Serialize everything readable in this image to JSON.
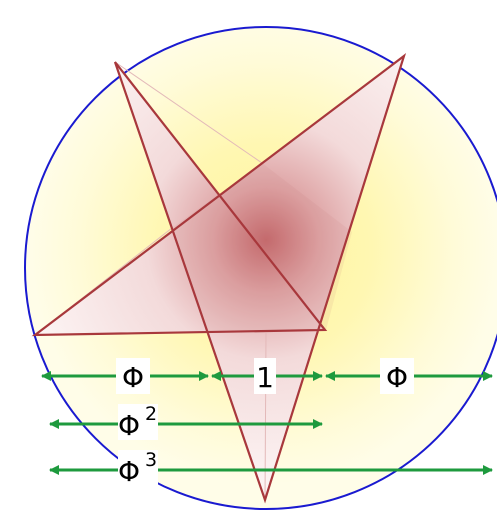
{
  "labels": {
    "phi_left": "Φ",
    "one": "1",
    "phi_right": "Φ",
    "phi_squared_base": "Φ",
    "phi_squared_exp": "2",
    "phi_cubed_base": "Φ",
    "phi_cubed_exp": "3"
  },
  "colors": {
    "circle_stroke": "#1a1ad0",
    "star_stroke": "#a8383c",
    "arrow": "#1e9a3e",
    "glow": "#fff9a8",
    "star_fill_light": "#fbf1f1",
    "star_fill_dark": "#c77274"
  }
}
